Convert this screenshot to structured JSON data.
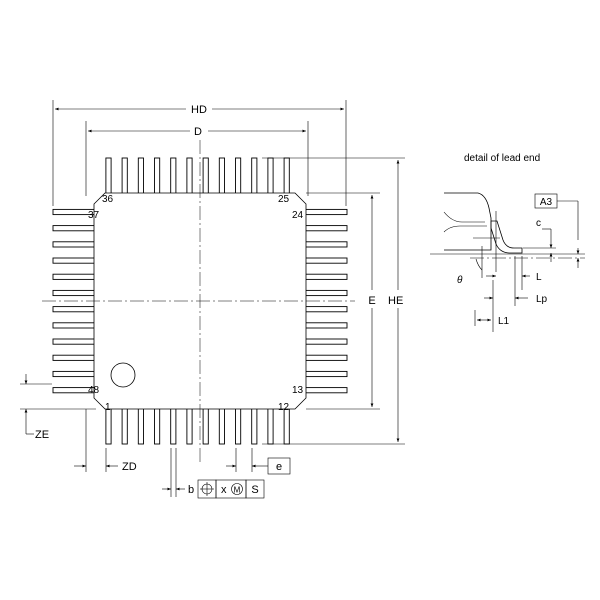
{
  "diagram": {
    "detail_title": "detail of lead end",
    "dimensions": {
      "HD": "HD",
      "D": "D",
      "E": "E",
      "HE": "HE",
      "ZE": "ZE",
      "ZD": "ZD",
      "e": "e",
      "b": "b",
      "A3": "A3",
      "c": "c",
      "L": "L",
      "Lp": "Lp",
      "L1": "L1",
      "theta": "θ"
    },
    "pins": {
      "p1": "1",
      "p12": "12",
      "p13": "13",
      "p24": "24",
      "p25": "25",
      "p36": "36",
      "p37": "37",
      "p48": "48"
    },
    "tolerance_frame": {
      "symbol": "position-symbol",
      "x": "x",
      "modifier": "M",
      "datum": "S"
    },
    "leads_per_side": 12
  }
}
